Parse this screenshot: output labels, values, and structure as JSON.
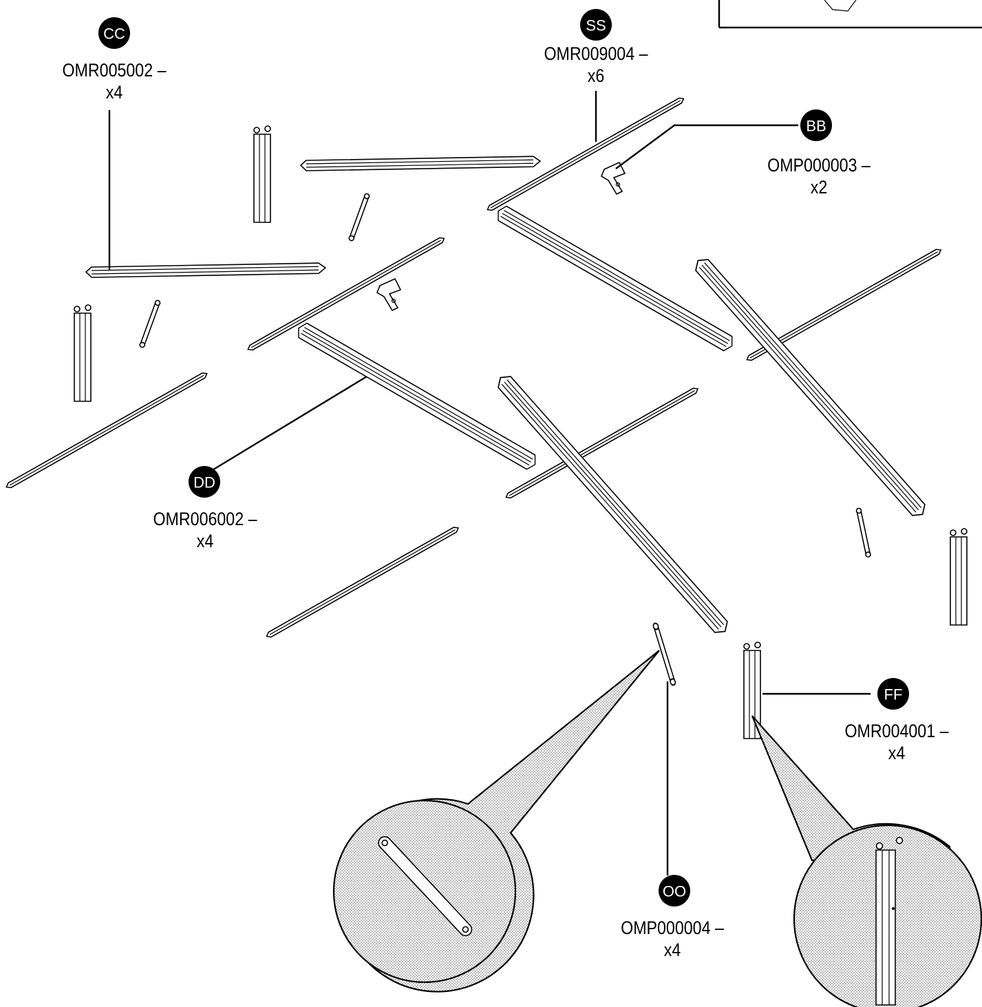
{
  "callouts": [
    {
      "id": "CC",
      "part_number": "OMR005002 –",
      "quantity": "x4"
    },
    {
      "id": "SS",
      "part_number": "OMR009004 –",
      "quantity": "x6"
    },
    {
      "id": "BB",
      "part_number": "OMP000003 –",
      "quantity": "x2"
    },
    {
      "id": "DD",
      "part_number": "OMR006002 –",
      "quantity": "x4"
    },
    {
      "id": "FF",
      "part_number": "OMR004001 –",
      "quantity": "x4"
    },
    {
      "id": "OO",
      "part_number": "OMP000004 –",
      "quantity": "x4"
    }
  ],
  "colors": {
    "ink": "#000000",
    "paper": "#ffffff",
    "detail_fill": "#d9d9d9"
  }
}
